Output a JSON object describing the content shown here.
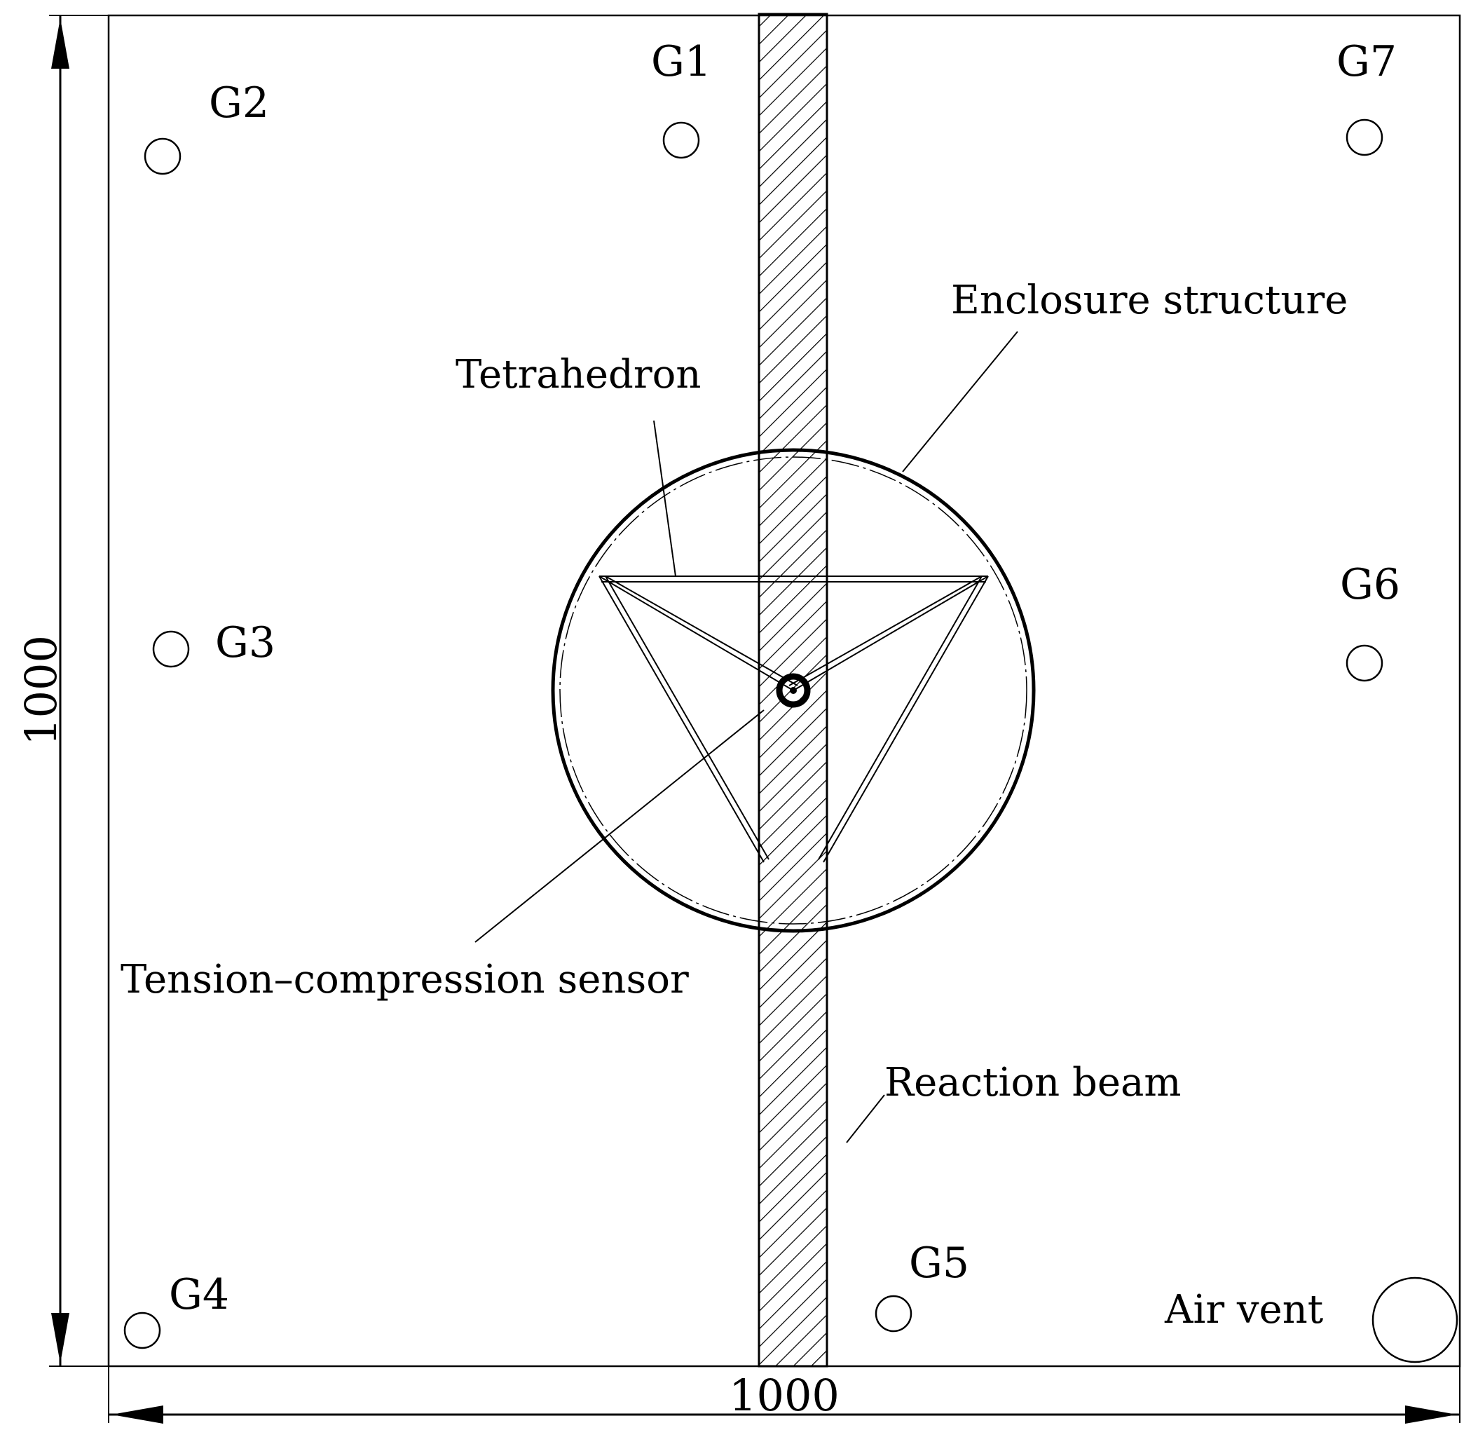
{
  "labels": {
    "enclosure": "Enclosure structure",
    "tetrahedron": "Tetrahedron",
    "sensor": "Tension–compression sensor",
    "beam": "Reaction beam",
    "air_vent": "Air vent"
  },
  "gauges": {
    "g1": "G1",
    "g2": "G2",
    "g3": "G3",
    "g4": "G4",
    "g5": "G5",
    "g6": "G6",
    "g7": "G7"
  },
  "dimensions": {
    "width": "1000",
    "height": "1000"
  },
  "colors": {
    "line": "#000000",
    "background": "#ffffff"
  }
}
